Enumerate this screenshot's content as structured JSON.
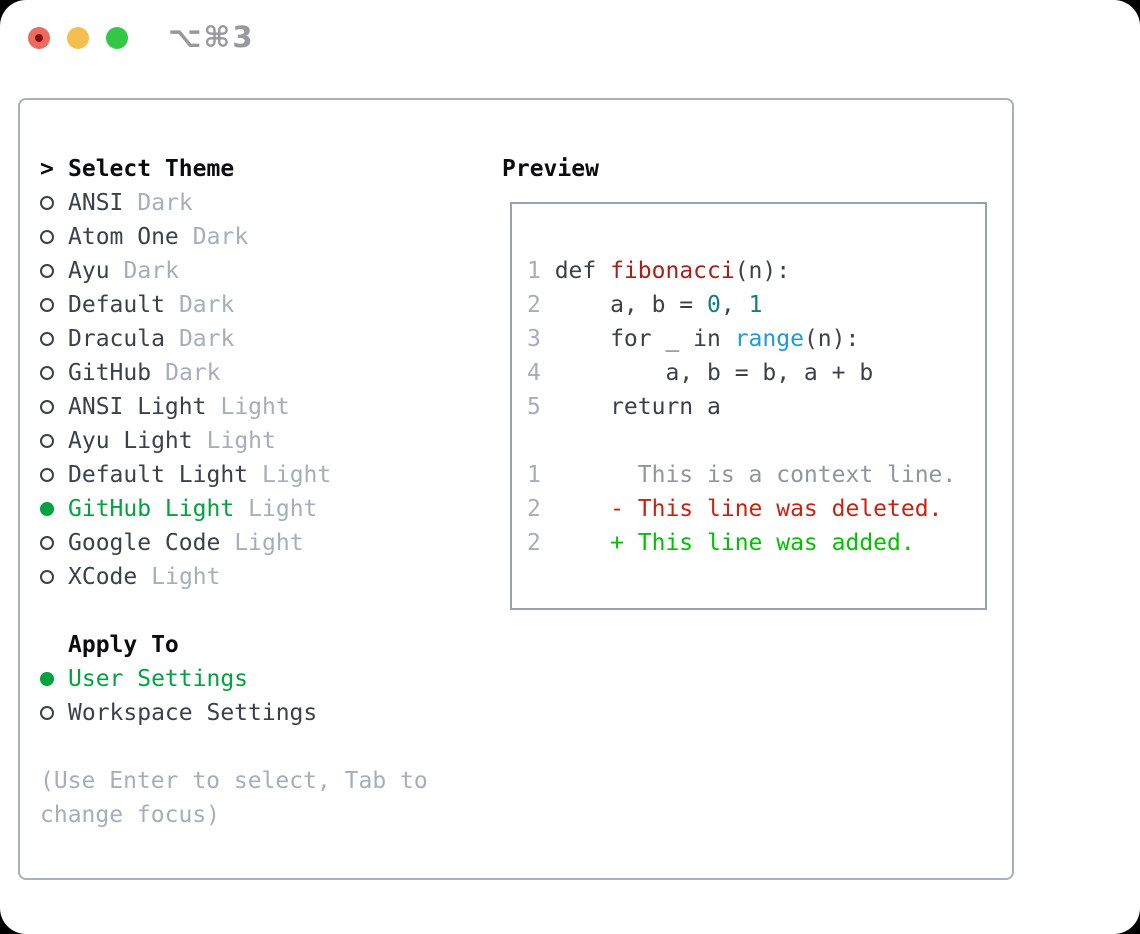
{
  "window": {
    "shortcut": "⌥⌘3"
  },
  "colors": {
    "text_dark": "#3b414b",
    "text_black": "#0a0c0f",
    "text_gray": "#a6aebc",
    "context_gray": "#8f969e",
    "green_selected": "#00a33e",
    "diff_added": "#00c200",
    "diff_deleted": "#c92112",
    "func_red": "#a82019",
    "builtin_blue": "#1e9ad6",
    "number_teal": "#0e7f7f",
    "border_panel": "#a9b0ba",
    "border_preview": "#9aa3ad",
    "traffic_red": "#ed6a5e",
    "traffic_red_dot": "#870d05",
    "traffic_yellow": "#f5bf4f",
    "traffic_green": "#33c748",
    "shortcut_gray": "#97999d"
  },
  "theme_panel": {
    "header_marker": ">",
    "header_label": "Select Theme",
    "themes": [
      {
        "name": "ANSI",
        "variant": "Dark",
        "selected": false
      },
      {
        "name": "Atom One",
        "variant": "Dark",
        "selected": false
      },
      {
        "name": "Ayu",
        "variant": "Dark",
        "selected": false
      },
      {
        "name": "Default",
        "variant": "Dark",
        "selected": false
      },
      {
        "name": "Dracula",
        "variant": "Dark",
        "selected": false
      },
      {
        "name": "GitHub",
        "variant": "Dark",
        "selected": false
      },
      {
        "name": "ANSI Light",
        "variant": "Light",
        "selected": false
      },
      {
        "name": "Ayu Light",
        "variant": "Light",
        "selected": false
      },
      {
        "name": "Default Light",
        "variant": "Light",
        "selected": false
      },
      {
        "name": "GitHub Light",
        "variant": "Light",
        "selected": true
      },
      {
        "name": "Google Code",
        "variant": "Light",
        "selected": false
      },
      {
        "name": "XCode",
        "variant": "Light",
        "selected": false
      }
    ],
    "apply_to": {
      "label": "Apply To",
      "options": [
        {
          "label": "User Settings",
          "selected": true
        },
        {
          "label": "Workspace Settings",
          "selected": false
        }
      ]
    },
    "hint": "(Use Enter to select, Tab to change focus)"
  },
  "preview": {
    "label": "Preview",
    "lines": [
      {
        "gutter": "1",
        "segments": [
          {
            "t": "def ",
            "c": "code"
          },
          {
            "t": "fibonacci",
            "c": "func"
          },
          {
            "t": "(n):",
            "c": "code"
          }
        ]
      },
      {
        "gutter": "2",
        "segments": [
          {
            "t": "    a, b = ",
            "c": "code"
          },
          {
            "t": "0",
            "c": "num"
          },
          {
            "t": ", ",
            "c": "code"
          },
          {
            "t": "1",
            "c": "num"
          }
        ]
      },
      {
        "gutter": "3",
        "segments": [
          {
            "t": "    for _ in ",
            "c": "code"
          },
          {
            "t": "range",
            "c": "builtin"
          },
          {
            "t": "(n):",
            "c": "code"
          }
        ]
      },
      {
        "gutter": "4",
        "segments": [
          {
            "t": "        a, b = b, a + b",
            "c": "code"
          }
        ]
      },
      {
        "gutter": "5",
        "segments": [
          {
            "t": "    return a",
            "c": "code"
          }
        ]
      },
      {
        "gutter": "",
        "segments": []
      },
      {
        "gutter": "1",
        "segments": [
          {
            "t": "      This is a context line.",
            "c": "context"
          }
        ]
      },
      {
        "gutter": "2",
        "segments": [
          {
            "t": "    - This line was deleted.",
            "c": "deleted"
          }
        ]
      },
      {
        "gutter": "2",
        "segments": [
          {
            "t": "    + This line was added.",
            "c": "added"
          }
        ]
      }
    ]
  }
}
